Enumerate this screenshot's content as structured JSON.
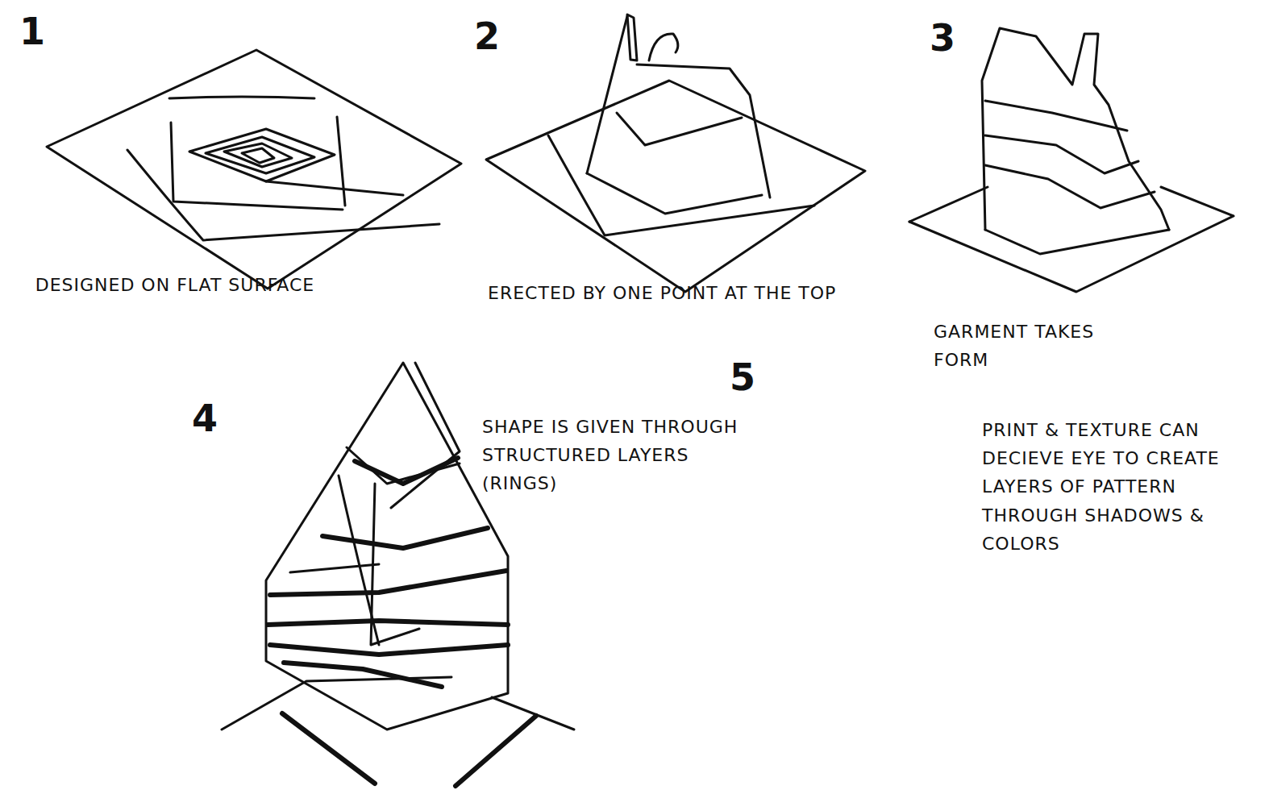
{
  "diagram": {
    "labels": [
      "1",
      "DESIGNED ON FLAT SURFACE",
      "2",
      "ERECTED BY ONE POINT AT THE TOP",
      "3",
      "GARMENT TAKES FORM",
      "4",
      "SHAPE IS GIVEN THROUGH STRUCTURED LAYERS (RINGS)",
      "5",
      "PRINT & TEXTURE CAN DECIEVE EYE TO CREATE LAYERS OF PATTERN THROUGH SHADOWS & COLORS"
    ]
  }
}
